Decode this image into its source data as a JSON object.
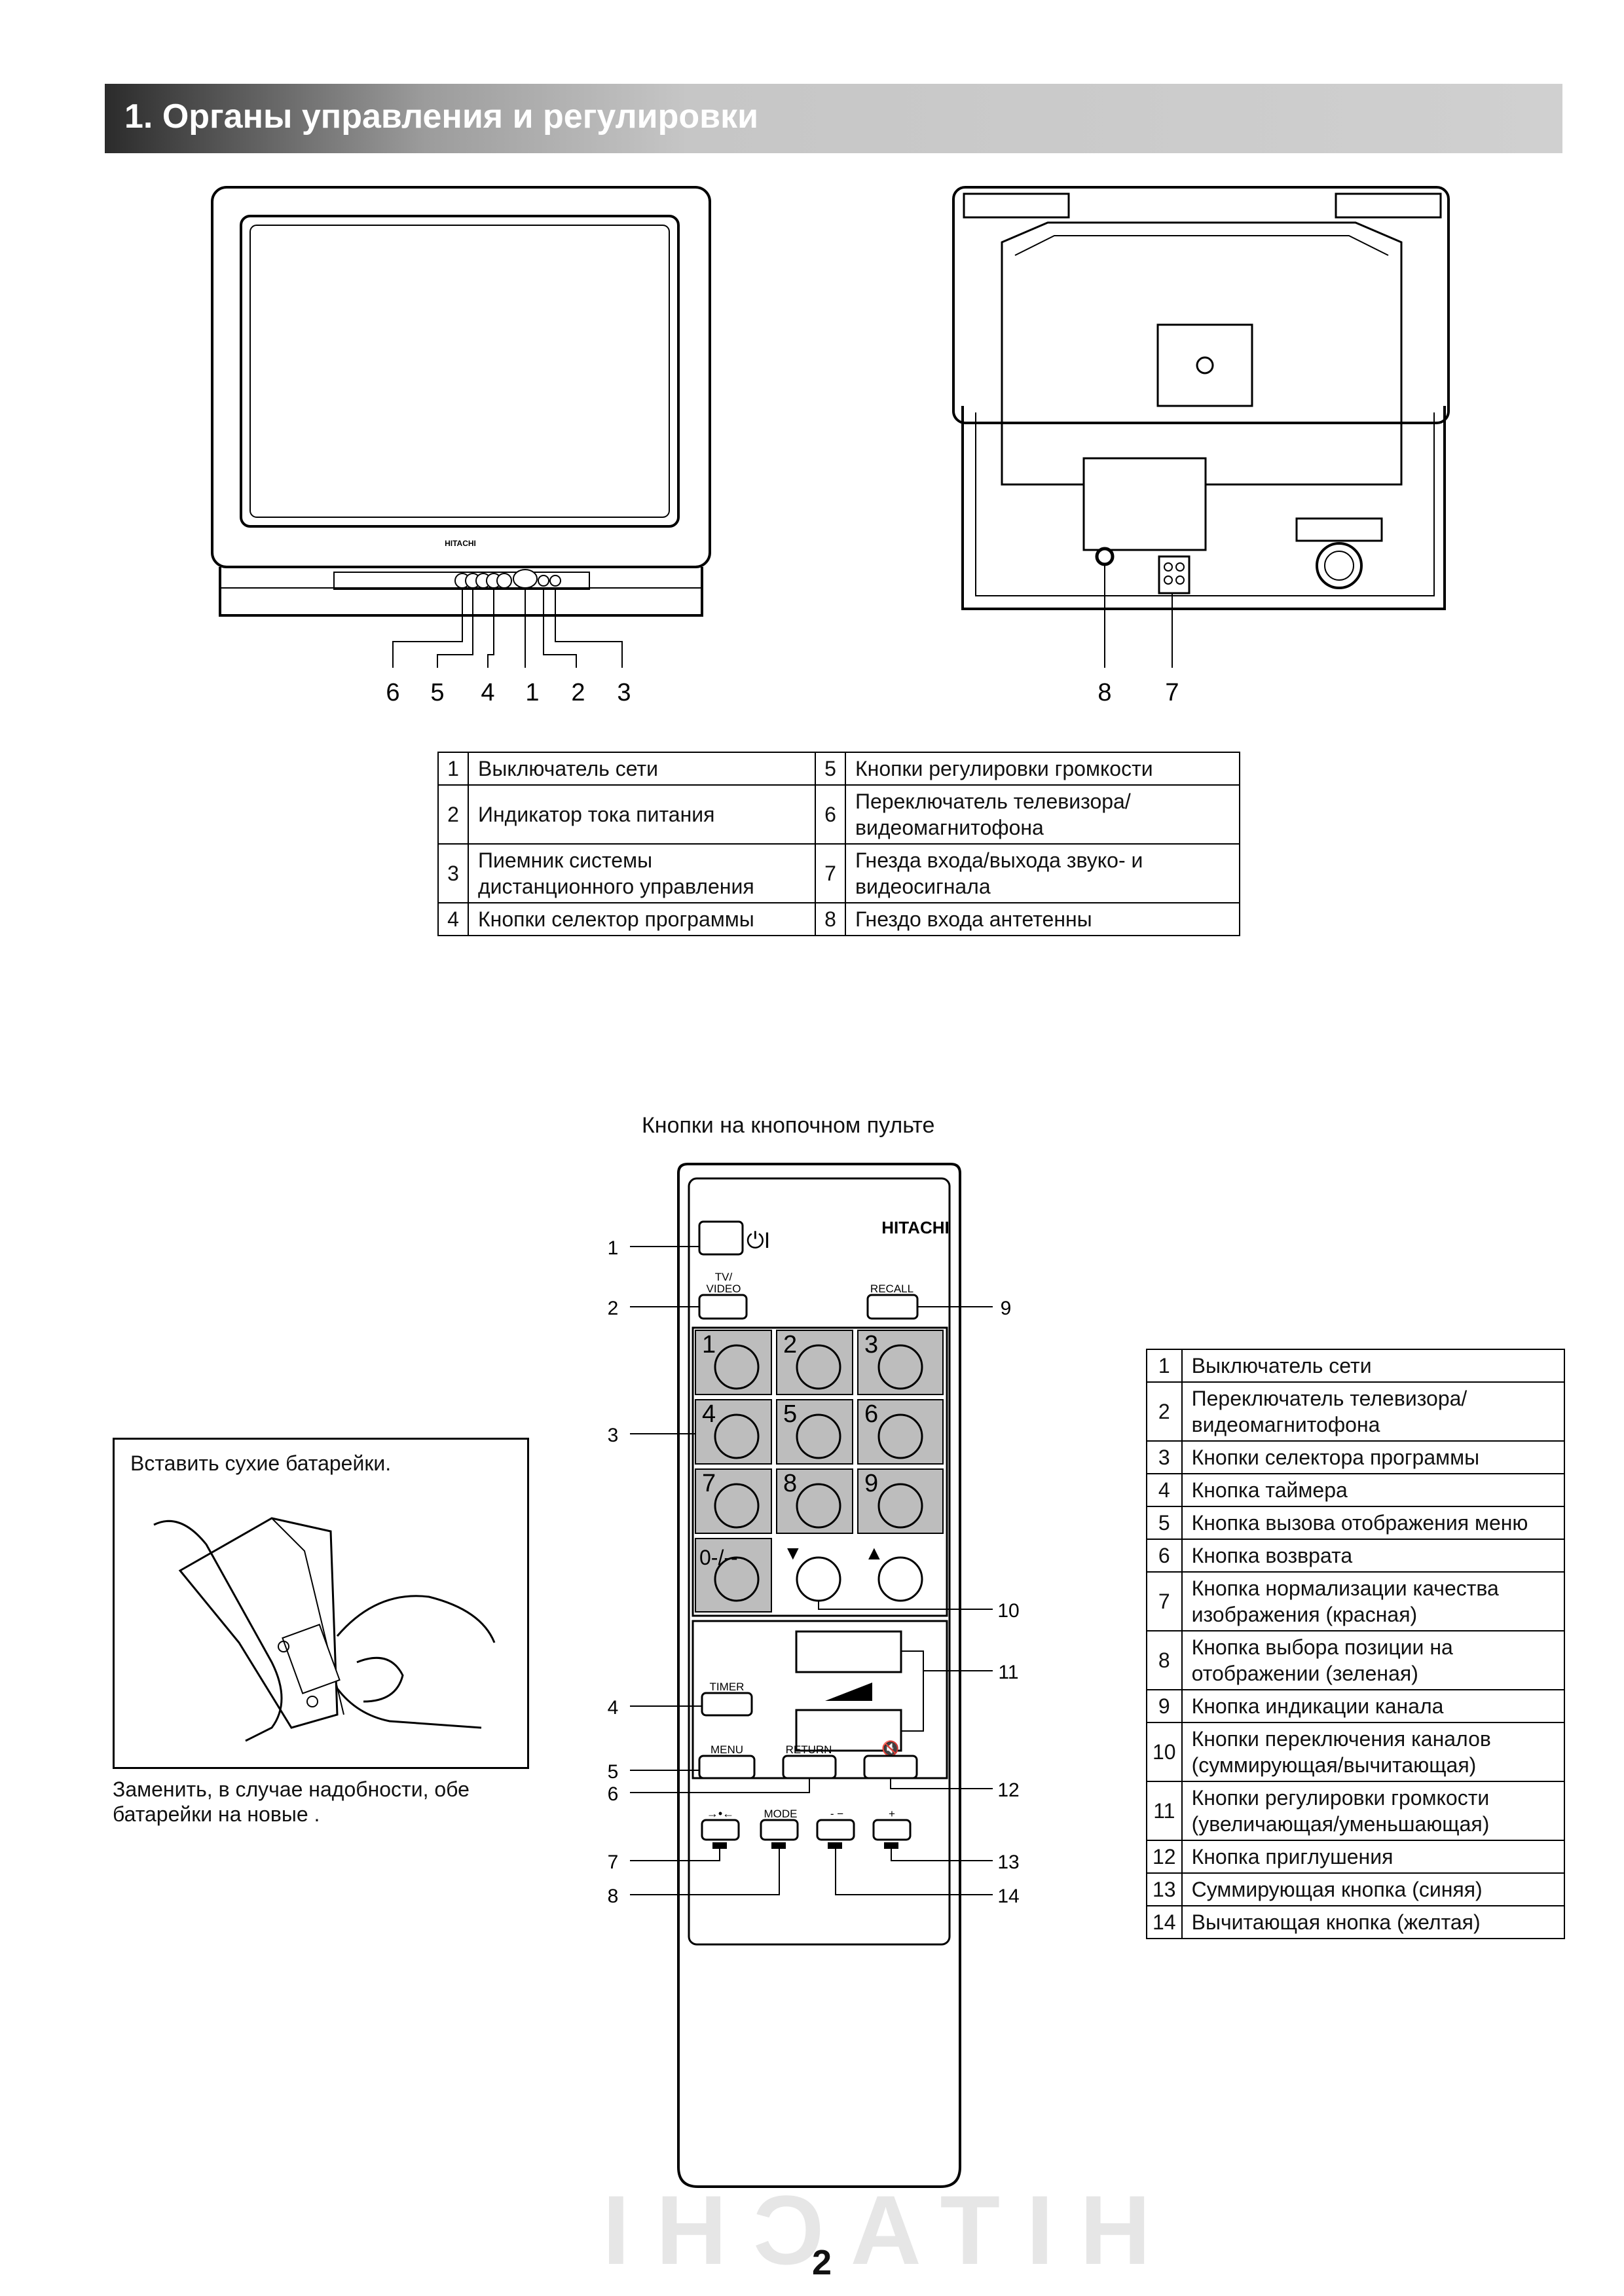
{
  "page": {
    "title": "1. Органы управления и регулировки",
    "page_number": "2",
    "ghost_brand": "HITACHI"
  },
  "tv_front": {
    "brand": "HITACHI",
    "callouts": [
      "6",
      "5",
      "4",
      "1",
      "2",
      "3"
    ]
  },
  "tv_back": {
    "callouts": [
      "8",
      "7"
    ]
  },
  "tv_table": {
    "rows": [
      {
        "n1": "1",
        "t1": "Выключатель сети",
        "n2": "5",
        "t2": "Кнопки регулировки громкости"
      },
      {
        "n1": "2",
        "t1": "Индикатор тока питания",
        "n2": "6",
        "t2": "Переключатель телевизора/ видеомагнитофона"
      },
      {
        "n1": "3",
        "t1": "Пиемник системы дистанционного управления",
        "n2": "7",
        "t2": "Гнезда входа/выхода звуко- и видеосигнала"
      },
      {
        "n1": "4",
        "t1": "Кнопки селектор программы",
        "n2": "8",
        "t2": "Гнездо входа антетенны"
      }
    ]
  },
  "remote": {
    "heading": "Кнопки на кнопочном пульте",
    "brand": "HITACHI",
    "labels": {
      "tv_video": "TV/ VIDEO",
      "recall": "RECALL",
      "timer": "TIMER",
      "menu": "MENU",
      "return": "RETURN",
      "mode": "MODE",
      "minus": "- −",
      "plus": "+",
      "zero": "0-/--",
      "mute_icon": "speaker-mute-icon"
    },
    "digits": [
      "1",
      "2",
      "3",
      "4",
      "5",
      "6",
      "7",
      "8",
      "9"
    ],
    "callouts_left": [
      "1",
      "2",
      "3",
      "4",
      "5",
      "6",
      "7",
      "8"
    ],
    "callouts_right": [
      "9",
      "10",
      "11",
      "12",
      "13",
      "14"
    ]
  },
  "battery": {
    "insert_text": "Вставить сухие батарейки.",
    "replace_text": "Заменить, в случае надобности, обе батарейки на новые ."
  },
  "remote_table": {
    "rows": [
      {
        "n": "1",
        "t": "Выключатель сети"
      },
      {
        "n": "2",
        "t": "Переключатель телевизора/ видеомагнитофона"
      },
      {
        "n": "3",
        "t": "Кнопки селектора программы"
      },
      {
        "n": "4",
        "t": "Кнопка таймера"
      },
      {
        "n": "5",
        "t": "Кнопка вызова отображения меню"
      },
      {
        "n": "6",
        "t": "Кнопка возврата"
      },
      {
        "n": "7",
        "t": "Кнопка нормализации качества изображения (красная)"
      },
      {
        "n": "8",
        "t": "Кнопка выбора позиции на отображении (зеленая)"
      },
      {
        "n": "9",
        "t": "Кнопка индикации канала"
      },
      {
        "n": "10",
        "t": "Кнопки переключения каналов (суммирующая/вычитающая)"
      },
      {
        "n": "11",
        "t": "Кнопки регулировки громкости (увеличающая/уменьшающая)"
      },
      {
        "n": "12",
        "t": "Кнопка приглушения"
      },
      {
        "n": "13",
        "t": "Суммирующая кнопка (синяя)"
      },
      {
        "n": "14",
        "t": "Вычитающая кнопка (желтая)"
      }
    ]
  }
}
